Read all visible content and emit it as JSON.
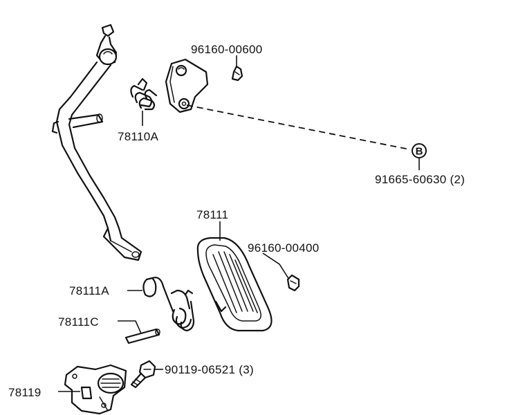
{
  "labels": {
    "clip_upper": "96160-00600",
    "spring_upper": "78110A",
    "bolt_b": "91665-60630 (2)",
    "pedal_pad": "78111",
    "clip_lower": "96160-00400",
    "spring_lower": "78111A",
    "pin": "78111C",
    "bracket": "78119",
    "bolt_base": "90119-06521 (3)"
  },
  "callout": {
    "letter": "B"
  }
}
